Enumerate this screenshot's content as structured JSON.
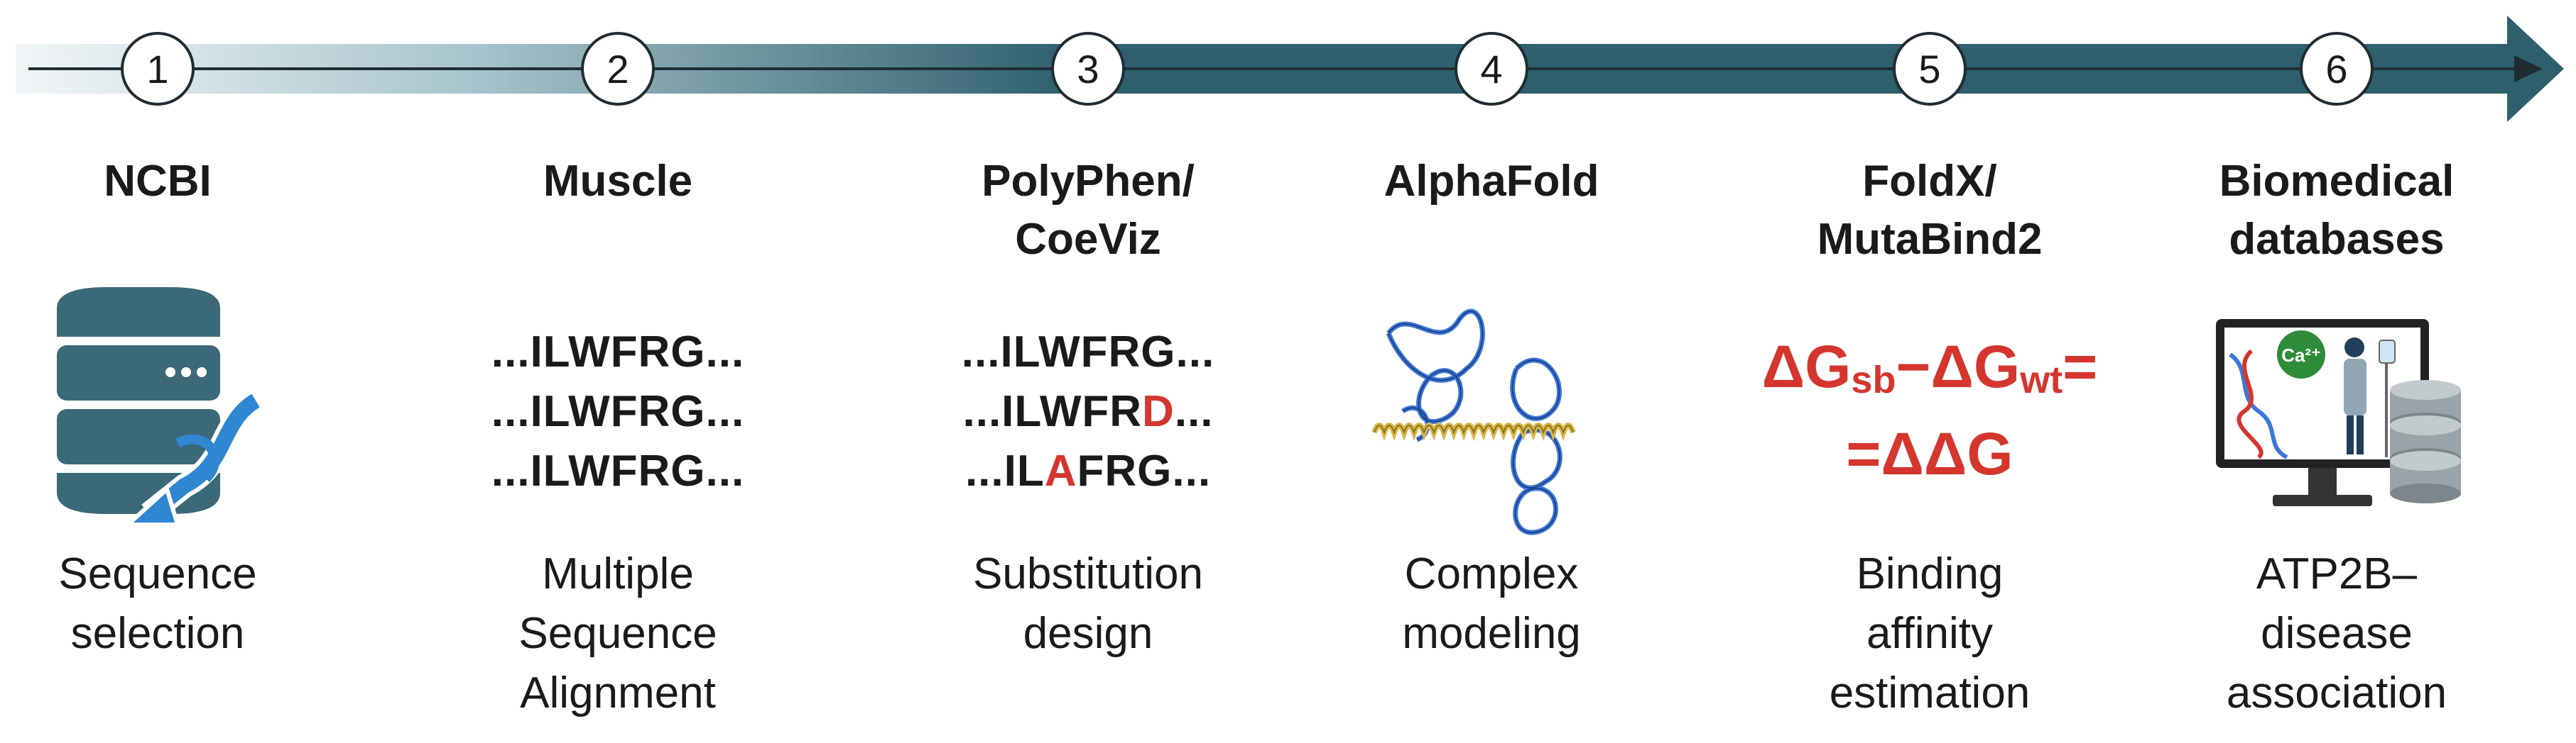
{
  "colors": {
    "arrow_dark": "#2e5f6c",
    "arrow_light": "#e6eef1",
    "mutation": "#d4362e",
    "equation": "#d4362e"
  },
  "steps": [
    {
      "number": "1",
      "tool_lines": [
        "NCBI"
      ],
      "icon": "database-dna-icon",
      "desc_lines": [
        "Sequence",
        "selection"
      ]
    },
    {
      "number": "2",
      "tool_lines": [
        "Muscle"
      ],
      "icon": "alignment-text",
      "desc_lines": [
        "Multiple",
        "Sequence",
        "Alignment"
      ],
      "alignment": [
        {
          "pre": "...ILWFRG...",
          "mut": "",
          "post": ""
        },
        {
          "pre": "...ILWFRG...",
          "mut": "",
          "post": ""
        },
        {
          "pre": "...ILWFRG...",
          "mut": "",
          "post": ""
        }
      ]
    },
    {
      "number": "3",
      "tool_lines": [
        "PolyPhen/",
        "CoeViz"
      ],
      "icon": "substitution-text",
      "desc_lines": [
        "Substitution",
        "design"
      ],
      "alignment": [
        {
          "pre": "...ILWFRG...",
          "mut": "",
          "post": ""
        },
        {
          "pre": "...ILWFR",
          "mut": "D",
          "post": "..."
        },
        {
          "pre": "...IL",
          "mut": "A",
          "post": "FRG..."
        }
      ]
    },
    {
      "number": "4",
      "tool_lines": [
        "AlphaFold"
      ],
      "icon": "protein-structure-icon",
      "desc_lines": [
        "Complex",
        "modeling"
      ]
    },
    {
      "number": "5",
      "tool_lines": [
        "FoldX/",
        "MutaBind2"
      ],
      "icon": "energy-equation",
      "desc_lines": [
        "Binding",
        "affinity",
        "estimation"
      ],
      "equation": {
        "delta": "ΔG",
        "sub1": "sb",
        "minus": "−",
        "sub2": "wt",
        "eq": "=",
        "line2": "=ΔΔG"
      }
    },
    {
      "number": "6",
      "tool_lines": [
        "Biomedical",
        "databases"
      ],
      "icon": "monitor-database-icon",
      "desc_lines": [
        "ATP2B–",
        "disease",
        "association"
      ],
      "badge": "Ca²⁺"
    }
  ]
}
